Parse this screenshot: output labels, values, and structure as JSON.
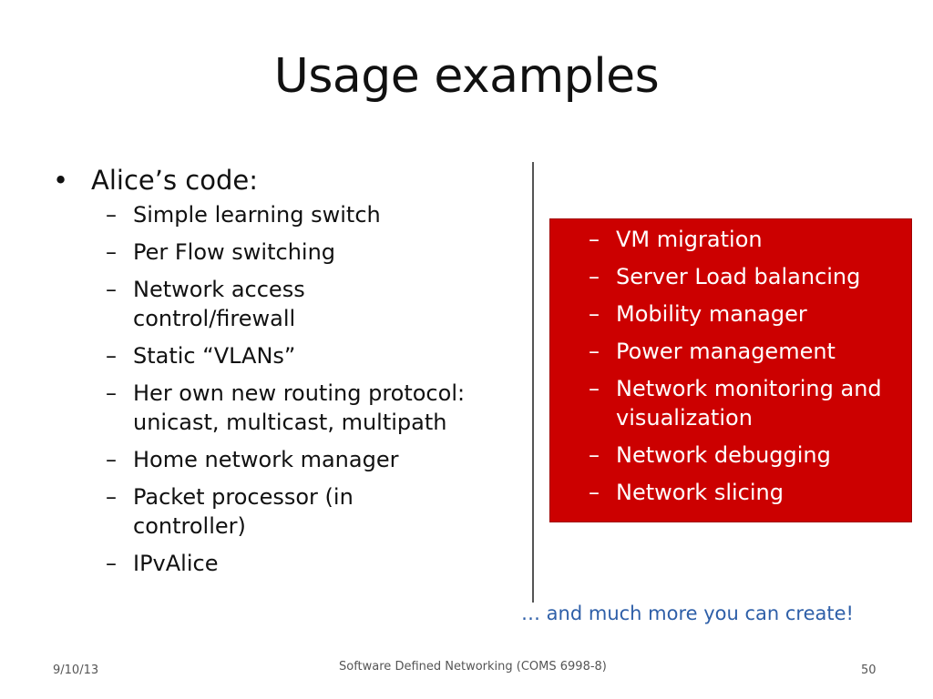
{
  "slide": {
    "title": "Usage examples",
    "left": {
      "bullet_marker": "•",
      "heading": "Alice’s code:",
      "items": [
        "Simple learning switch",
        "Per Flow switching",
        "Network access control/firewall",
        "Static “VLANs”",
        "Her own new routing protocol: unicast, multicast, multipath",
        "Home network manager",
        "Packet processor (in controller)",
        "IPvAlice"
      ]
    },
    "right": {
      "items": [
        "VM migration",
        "Server Load balancing",
        "Mobility manager",
        "Power management",
        "Network monitoring and visualization",
        "Network debugging",
        "Network slicing"
      ]
    },
    "dash": "–",
    "note": "… and much more you can create!",
    "footer": {
      "date": "9/10/13",
      "course": "Software Defined Networking (COMS 6998-8)",
      "page": "50"
    },
    "colors": {
      "box_background": "#cc0000",
      "note_text": "#2e5fa8"
    }
  }
}
